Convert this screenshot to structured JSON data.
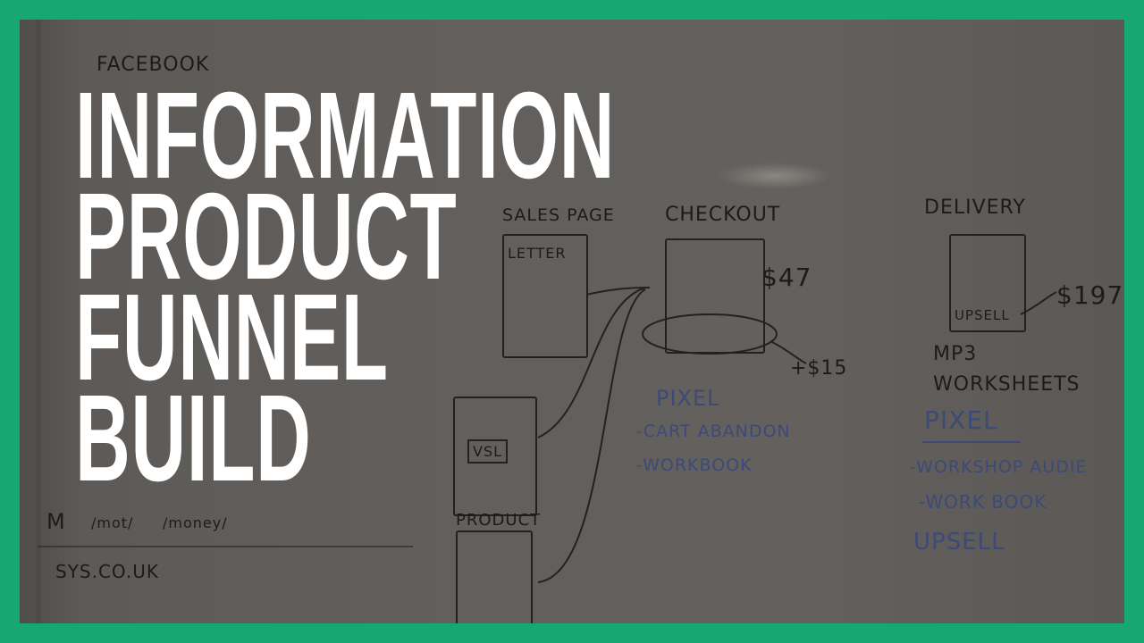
{
  "title_lines": [
    "INFORMATION",
    "PRODUCT",
    "FUNNEL",
    "BUILD"
  ],
  "whiteboard": {
    "facebook": "FACEBOOK",
    "sales_page": "SALES PAGE",
    "letter": "LETTER",
    "vsl": "VSL",
    "product": "PRODUCT",
    "checkout": "CHECKOUT",
    "checkout_price": "$47",
    "bump_price": "+$15",
    "checkout_pixel": "PIXEL",
    "checkout_items": [
      "-CART ABANDON",
      "-WORKBOOK"
    ],
    "delivery": "DELIVERY",
    "upsell_box": "UPSELL",
    "upsell_price": "$197",
    "delivery_items": [
      "MP3",
      "WORKSHEETS"
    ],
    "delivery_pixel": "PIXEL",
    "delivery_pixel_items": [
      "-WORKSHOP AUDIE",
      "-WORK BOOK"
    ],
    "upsell": "UPSELL",
    "left_notes": [
      "M",
      "/mot/",
      "/money/",
      "SYS.CO.UK"
    ]
  },
  "colors": {
    "border": "#17a775",
    "board": "#625f5c",
    "title": "#ffffff"
  }
}
